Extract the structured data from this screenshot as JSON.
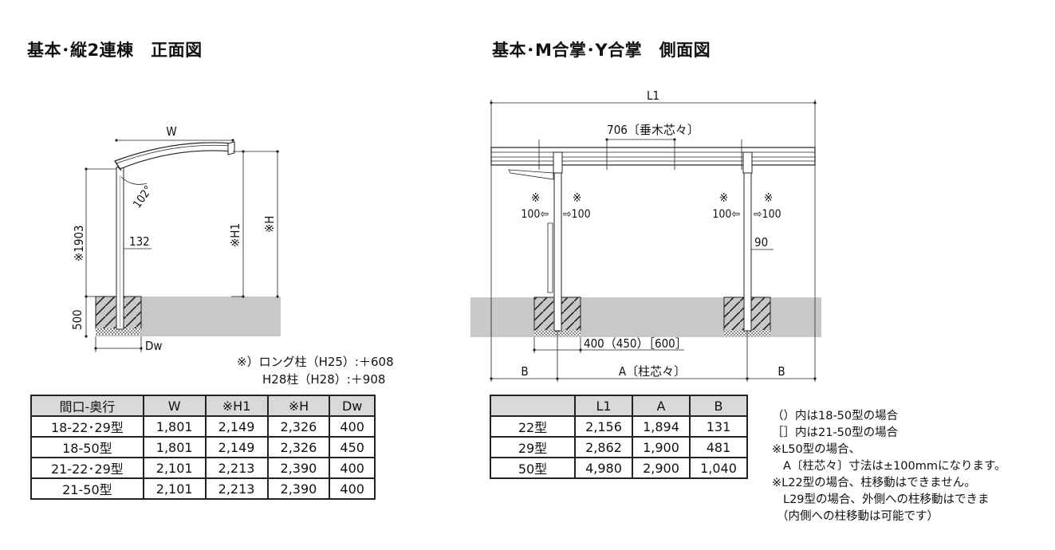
{
  "front": {
    "title": "基本･縦2連棟　正面図",
    "labels": {
      "w": "W",
      "angle": "102°",
      "h1903": "※1903",
      "dim132": "132",
      "h1": "※H1",
      "h": "※H",
      "dim500": "500",
      "dw": "Dw"
    },
    "notes": [
      "※）ロング柱（H25）:＋608",
      "H28柱（H28）:＋908"
    ],
    "table": {
      "headers": [
        "間口-奥行",
        "W",
        "※H1",
        "※H",
        "Dw"
      ],
      "rows": [
        [
          "18-22･29型",
          "1,801",
          "2,149",
          "2,326",
          "400"
        ],
        [
          "18-50型",
          "1,801",
          "2,149",
          "2,326",
          "450"
        ],
        [
          "21-22･29型",
          "2,101",
          "2,213",
          "2,390",
          "400"
        ],
        [
          "21-50型",
          "2,101",
          "2,213",
          "2,390",
          "400"
        ]
      ]
    }
  },
  "side": {
    "title": "基本･M合掌･Y合掌　側面図",
    "labels": {
      "l1": "L1",
      "rafter": "706〔垂木芯々〕",
      "mark1": "※",
      "mark2": "※",
      "mark3": "※",
      "mark4": "※",
      "off1": "100⇦",
      "off2": "⇨100",
      "off3": "100⇦",
      "off4": "⇨100",
      "dim90": "90",
      "dim400": "400（450）［600］",
      "b_left": "B",
      "a": "A〔柱芯々〕",
      "b_right": "B"
    },
    "table": {
      "headers": [
        "",
        "L1",
        "A",
        "B"
      ],
      "rows": [
        [
          "22型",
          "2,156",
          "1,894",
          "131"
        ],
        [
          "29型",
          "2,862",
          "1,900",
          "481"
        ],
        [
          "50型",
          "4,980",
          "2,900",
          "1,040"
        ]
      ]
    },
    "notes": [
      "（）内は18-50型の場合",
      "［］内は21-50型の場合",
      "※L50型の場合、",
      "A〔柱芯々〕寸法は±100mmになります。",
      "※L22型の場合、柱移動はできません。",
      "L29型の場合、外側への柱移動はできま",
      "（内側への柱移動は可能です）"
    ]
  }
}
